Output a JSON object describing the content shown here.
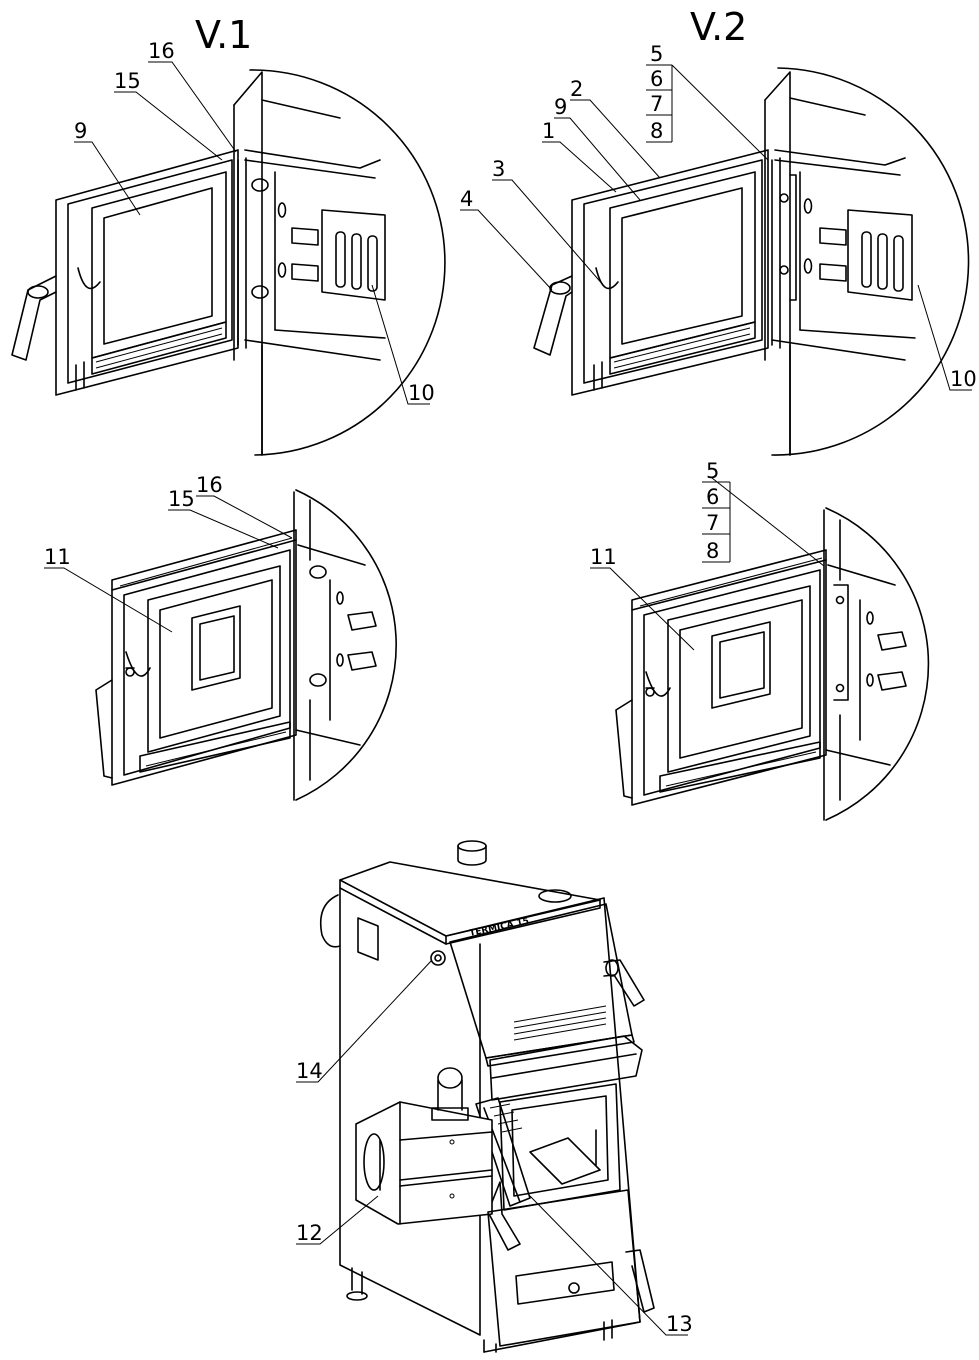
{
  "views": [
    {
      "id": "v1",
      "title": "V.1"
    },
    {
      "id": "v2",
      "title": "V.2"
    }
  ],
  "callouts": {
    "v1_top": [
      "16",
      "15",
      "9",
      "10"
    ],
    "v2_top": [
      "5",
      "6",
      "7",
      "8",
      "9",
      "2",
      "1",
      "3",
      "4",
      "10"
    ],
    "v1_mid": [
      "15",
      "16",
      "11"
    ],
    "v2_mid": [
      "5",
      "6",
      "7",
      "8",
      "11"
    ],
    "boiler": [
      "14",
      "12",
      "13"
    ]
  },
  "nameplate": "TERMICA 15",
  "colors": {
    "ink": "#000000",
    "paper": "#ffffff"
  }
}
